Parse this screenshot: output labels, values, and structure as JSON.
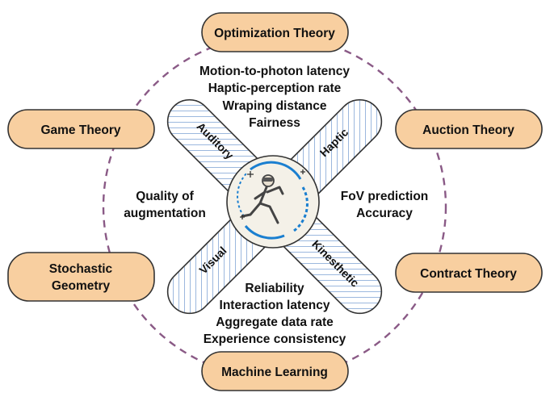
{
  "theories": {
    "optimization": "Optimization Theory",
    "game": "Game Theory",
    "auction": "Auction Theory",
    "stochastic_line1": "Stochastic",
    "stochastic_line2": "Geometry",
    "contract": "Contract Theory",
    "machine_learning": "Machine Learning"
  },
  "senses": {
    "auditory": "Auditory",
    "haptic": "Haptic",
    "visual": "Visual",
    "kinesthetic": "Kinesthetic"
  },
  "metrics": {
    "top": [
      "Motion-to-photon latency",
      "Haptic-perception rate",
      "Wraping distance",
      "Fairness"
    ],
    "left": [
      "Quality of",
      "augmentation"
    ],
    "right": [
      "FoV prediction",
      "Accuracy"
    ],
    "bottom": [
      "Reliability",
      "Interaction latency",
      "Aggregate data rate",
      "Experience consistency"
    ]
  },
  "colors": {
    "pill_fill": "#f8cfa0",
    "ring": "#8a5a86",
    "hatch": "#4a7fc4",
    "portal": "#1a7fd0"
  },
  "icons": {
    "center": "vr-user-running-icon",
    "sparkles": "sparkle-icon"
  }
}
